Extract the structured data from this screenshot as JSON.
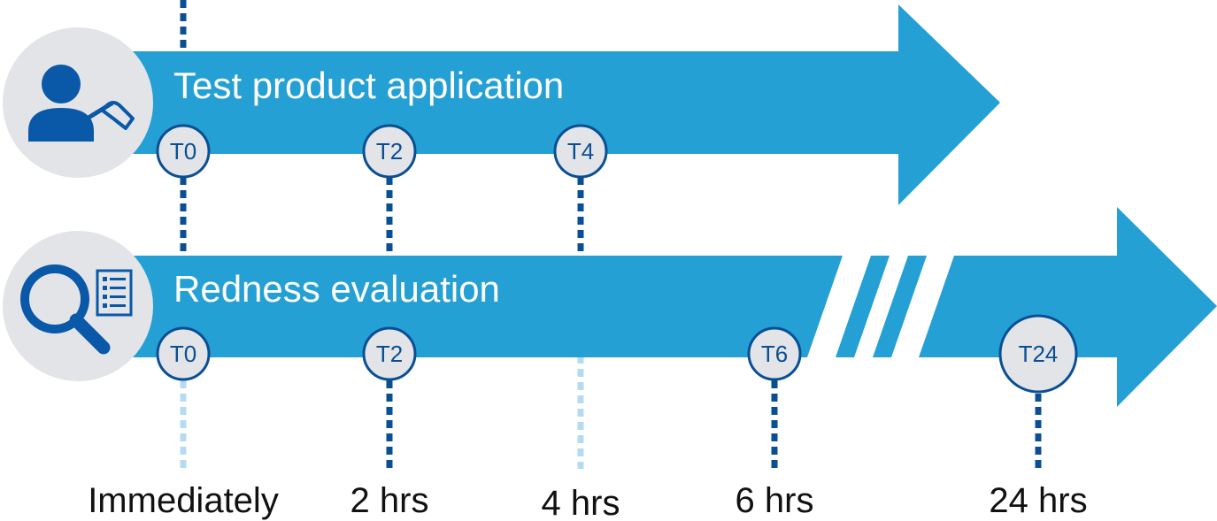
{
  "colors": {
    "arrow": "#24a0d4",
    "dark_blue": "#0a4f94",
    "light_dots": "#b5dbf3",
    "circle_fill": "#e3e4e8",
    "icon_blue": "#0a58a8"
  },
  "rows": {
    "application": {
      "title": "Test product application",
      "icon": "person-applying-product-icon",
      "markers": [
        "T0",
        "T2",
        "T4"
      ]
    },
    "evaluation": {
      "title": "Redness evaluation",
      "icon": "magnifier-checklist-icon",
      "markers": [
        "T0",
        "T2",
        "T6",
        "T24"
      ]
    }
  },
  "time_labels": [
    "Immediately",
    "2 hrs",
    "4 hrs",
    "6 hrs",
    "24 hrs"
  ]
}
